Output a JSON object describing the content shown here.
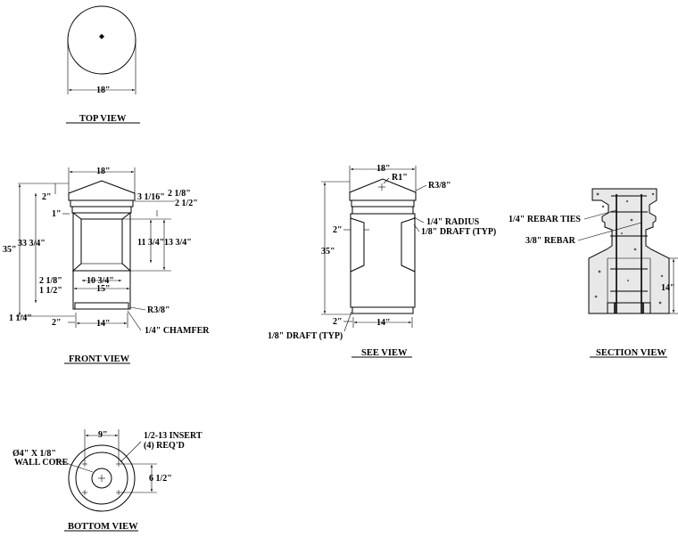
{
  "views": {
    "top": {
      "title": "TOP VIEW",
      "width_dim": "18\""
    },
    "front": {
      "title": "FRONT VIEW",
      "dims": {
        "top_width": "18\"",
        "cap_height": "2\"",
        "cap_slope": "3 1/16\"",
        "right_2_1_8": "2 1/8\"",
        "right_2_1_2": "2 1/2\"",
        "collar": "1\"",
        "overall_height": "35\"",
        "upper_height": "33 3/4\"",
        "recess_height_a": "11 3/4\"",
        "recess_height_b": "13 3/4\"",
        "recess_width": "10 3/4\"",
        "lower_2_1_8": "2 1/8\"",
        "lower_1_1_2": "1 1/2\"",
        "lower_width": "15\"",
        "base_1_1_4": "1 1/4\"",
        "base_2": "2\"",
        "base_width": "14\"",
        "radius": "R3/8\"",
        "chamfer": "1/4\" CHAMFER"
      }
    },
    "side": {
      "title": "SEE VIEW",
      "dims": {
        "top_width": "18\"",
        "radius_top": "R1\"",
        "radius_edge": "R3/8\"",
        "radius_label": "1/4\" RADIUS",
        "draft": "1/8\" DRAFT (TYP)",
        "recess": "2\"",
        "overall_height": "35\"",
        "base_2": "2\"",
        "base_width": "14\"",
        "draft_bottom": "1/8\" DRAFT (TYP)"
      }
    },
    "section": {
      "title": "SECTION VIEW",
      "ties_label": "1/4\" REBAR TIES",
      "rebar_label": "3/8\" REBAR",
      "height_dim": "14\""
    },
    "bottom": {
      "title": "BOTTOM VIEW",
      "dim_9": "9\"",
      "dim_6_1_2": "6 1/2\"",
      "core_label_1": "Ø4\" X 1/8\"",
      "core_label_2": "WALL CORE",
      "insert_label_1": "1/2-13 INSERT",
      "insert_label_2": "(4) REQ'D"
    }
  }
}
